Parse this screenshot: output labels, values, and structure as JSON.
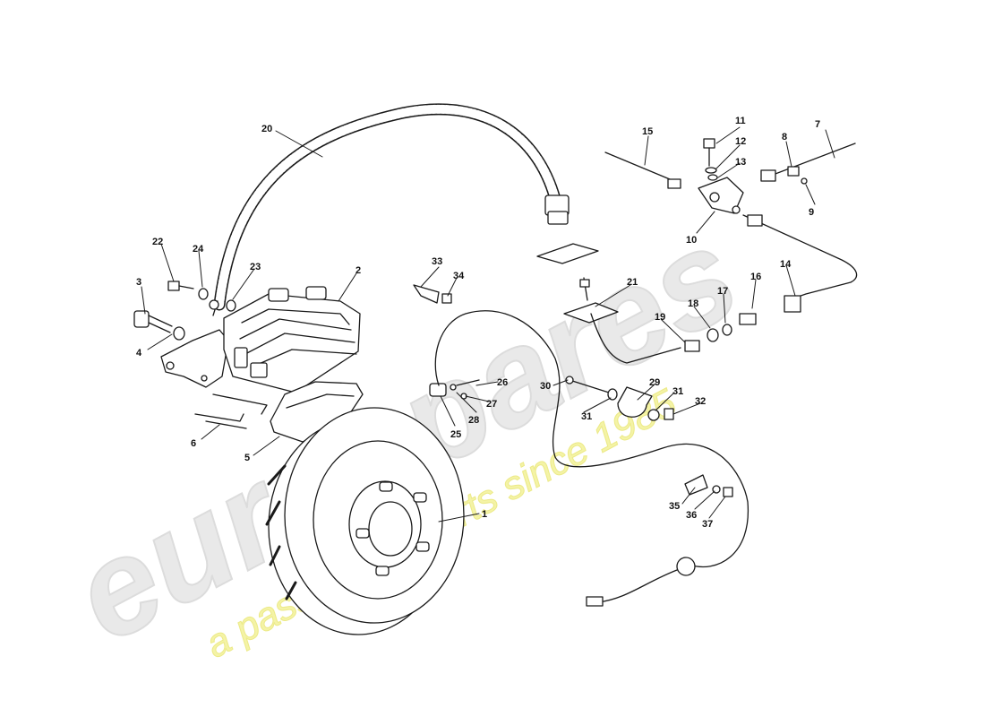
{
  "watermark": {
    "brand": "eurospares",
    "tagline": "a passion for parts since 1985",
    "brand_color": "#e9e9e9",
    "tagline_color": "#f4f3a6"
  },
  "diagram": {
    "line_color": "#1a1a1a",
    "callouts": [
      "1",
      "2",
      "3",
      "4",
      "5",
      "6",
      "7",
      "8",
      "9",
      "10",
      "11",
      "12",
      "13",
      "14",
      "15",
      "16",
      "17",
      "18",
      "19",
      "20",
      "21",
      "22",
      "23",
      "24",
      "25",
      "26",
      "27",
      "28",
      "29",
      "30",
      "31",
      "31",
      "32",
      "33",
      "34",
      "35",
      "36",
      "37"
    ]
  }
}
